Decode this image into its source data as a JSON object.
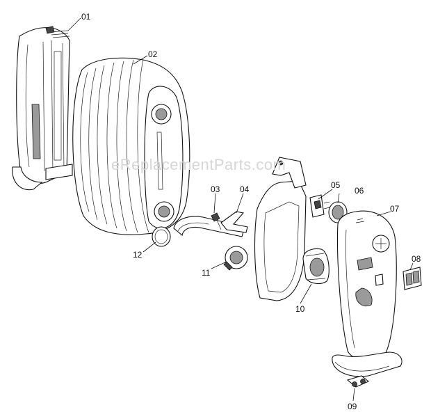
{
  "watermark": "eReplacementParts.com",
  "parts": [
    {
      "id": "01"
    },
    {
      "id": "02"
    },
    {
      "id": "03"
    },
    {
      "id": "04"
    },
    {
      "id": "05"
    },
    {
      "id": "06"
    },
    {
      "id": "07"
    },
    {
      "id": "08"
    },
    {
      "id": "09"
    },
    {
      "id": "10"
    },
    {
      "id": "11"
    },
    {
      "id": "12"
    }
  ]
}
